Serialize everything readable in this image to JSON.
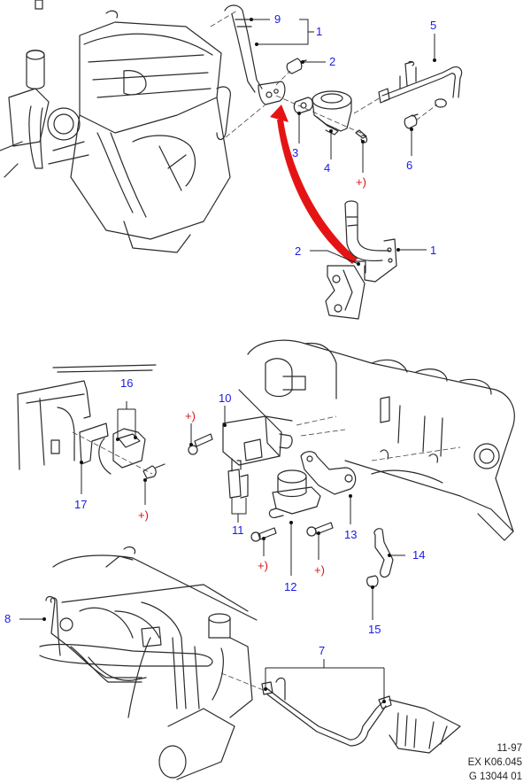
{
  "diagram": {
    "callouts": {
      "c9": "9",
      "c1_top": "1",
      "c2_top": "2",
      "c5": "5",
      "c3": "3",
      "c4": "4",
      "c6": "6",
      "plus_top": "+)",
      "c2_detail": "2",
      "c1_detail": "1",
      "c16": "16",
      "c17": "17",
      "plus_17": "+)",
      "c10": "10",
      "plus_10": "+)",
      "c11": "11",
      "c12": "12",
      "c13": "13",
      "plus_12a": "+)",
      "plus_12b": "+)",
      "c14": "14",
      "c15": "15",
      "c8": "8",
      "c7": "7"
    },
    "reference": {
      "date": "11-97",
      "catalog_code": "EX K06.045",
      "illustration_id": "G 13044 01"
    },
    "colors": {
      "callout": "#1a1ae6",
      "fastener_note": "#e01010",
      "arrow": "#e51414",
      "linework": "#2a2a2a"
    }
  }
}
